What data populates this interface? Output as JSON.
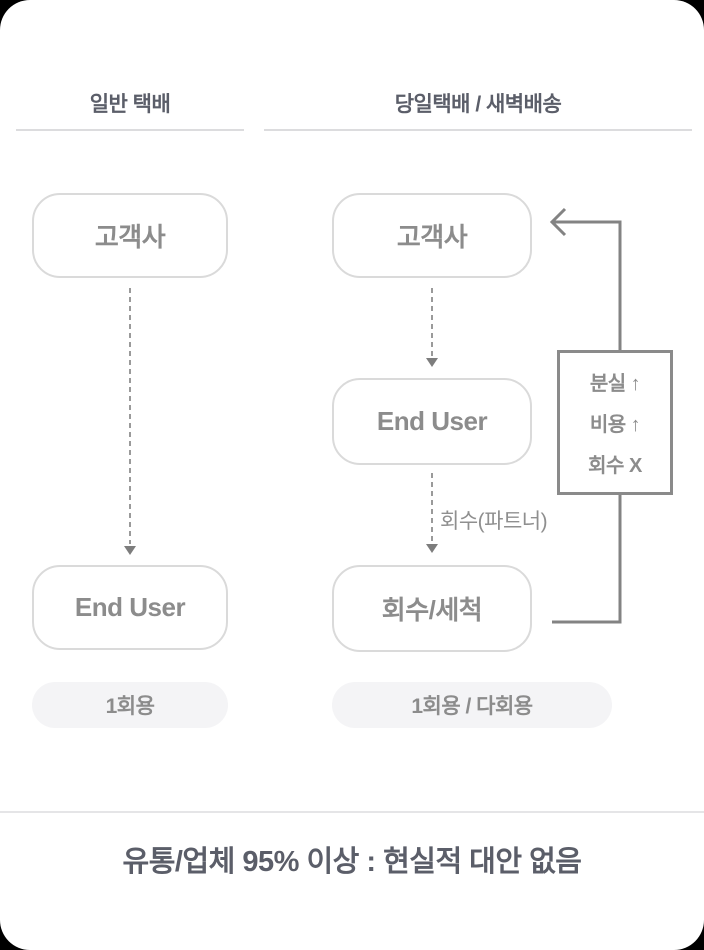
{
  "diagram": {
    "left": {
      "header": "일반 택배",
      "node_customer": "고객사",
      "node_enduser": "End User",
      "badge": "1회용"
    },
    "right": {
      "header": "당일택배 / 새벽배송",
      "node_customer": "고객사",
      "node_enduser": "End User",
      "node_recovery": "회수/세척",
      "edge_label": "회수(파트너)",
      "badge": "1회용 / 다회용"
    },
    "issue_box": {
      "items": [
        "분실 ↑",
        "비용 ↑",
        "회수 X"
      ]
    },
    "footer": "유통/업체 95% 이상 : 현실적 대안 없음"
  },
  "colors": {
    "card_bg": "#ffffff",
    "node_border": "#dadada",
    "node_text": "#8c8c8c",
    "header_text": "#5b5e69",
    "loop_line": "#838383",
    "issue_border": "#8a8a8a",
    "badge_bg": "#f4f4f6",
    "divider": "#e5e5e7",
    "dash": "#9a9a9a"
  }
}
